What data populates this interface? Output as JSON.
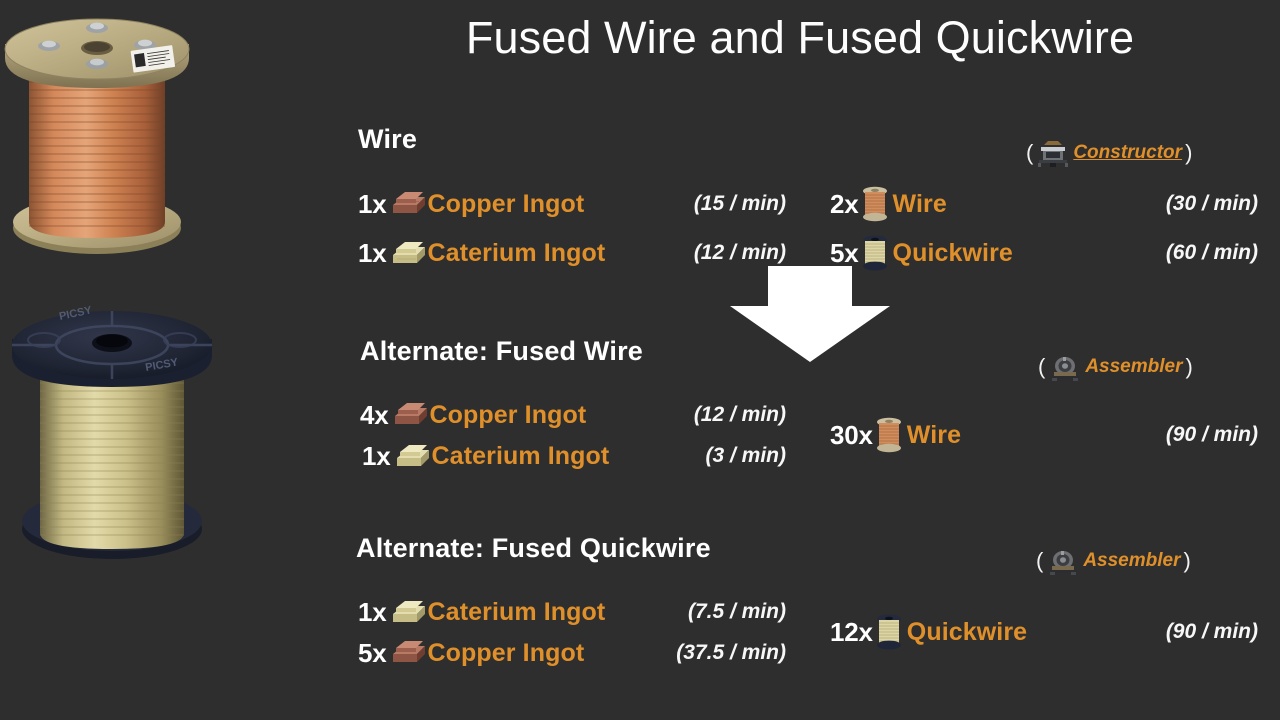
{
  "background_color": "#2e2e2e",
  "accent_color": "#e0902b",
  "text_color": "#ffffff",
  "title": "Fused Wire and Fused Quickwire",
  "images": [
    {
      "name": "copper-wire-spool-photo",
      "alt": "Wooden spool wound with copper wire"
    },
    {
      "name": "quickwire-spool-photo",
      "alt": "Dark navy spool wound with gold caterium quickwire"
    }
  ],
  "arrow": {
    "name": "downward-flow-arrow",
    "direction": "down",
    "color": "#ffffff"
  },
  "recipes": [
    {
      "id": "wire",
      "heading": "Wire",
      "machine": {
        "label": "Constructor",
        "icon": "constructor-icon",
        "underlined": true
      },
      "open_paren": "(",
      "close_paren": ")",
      "inputs": [
        {
          "qty": "1x",
          "item": "Copper Ingot",
          "icon": "copper-ingot-icon",
          "rate": "(15 / min)"
        },
        {
          "qty": "1x",
          "item": "Caterium Ingot",
          "icon": "caterium-ingot-icon",
          "rate": "(12 / min)"
        }
      ],
      "outputs": [
        {
          "qty": "2x",
          "item": "Wire",
          "icon": "wire-spool-icon",
          "rate": "(30 / min)"
        },
        {
          "qty": "5x",
          "item": "Quickwire",
          "icon": "quickwire-spool-icon",
          "rate": "(60 / min)"
        }
      ]
    },
    {
      "id": "fused-wire",
      "heading": "Alternate: Fused Wire",
      "machine": {
        "label": "Assembler",
        "icon": "assembler-icon",
        "underlined": false
      },
      "open_paren": "(",
      "close_paren": ")",
      "inputs": [
        {
          "qty": "4x",
          "item": "Copper Ingot",
          "icon": "copper-ingot-icon",
          "rate": "(12 / min)"
        },
        {
          "qty": "1x",
          "item": "Caterium Ingot",
          "icon": "caterium-ingot-icon",
          "rate": "(3 / min)"
        }
      ],
      "outputs": [
        {
          "qty": "30x",
          "item": "Wire",
          "icon": "wire-spool-icon",
          "rate": "(90 / min)"
        }
      ]
    },
    {
      "id": "fused-quickwire",
      "heading": "Alternate: Fused Quickwire",
      "machine": {
        "label": "Assembler",
        "icon": "assembler-icon",
        "underlined": false
      },
      "open_paren": "(",
      "close_paren": ")",
      "inputs": [
        {
          "qty": "1x",
          "item": "Caterium Ingot",
          "icon": "caterium-ingot-icon",
          "rate": "(7.5 / min)"
        },
        {
          "qty": "5x",
          "item": "Copper Ingot",
          "icon": "copper-ingot-icon",
          "rate": "(37.5 / min)"
        }
      ],
      "outputs": [
        {
          "qty": "12x",
          "item": "Quickwire",
          "icon": "quickwire-spool-icon",
          "rate": "(90 / min)"
        }
      ]
    }
  ]
}
